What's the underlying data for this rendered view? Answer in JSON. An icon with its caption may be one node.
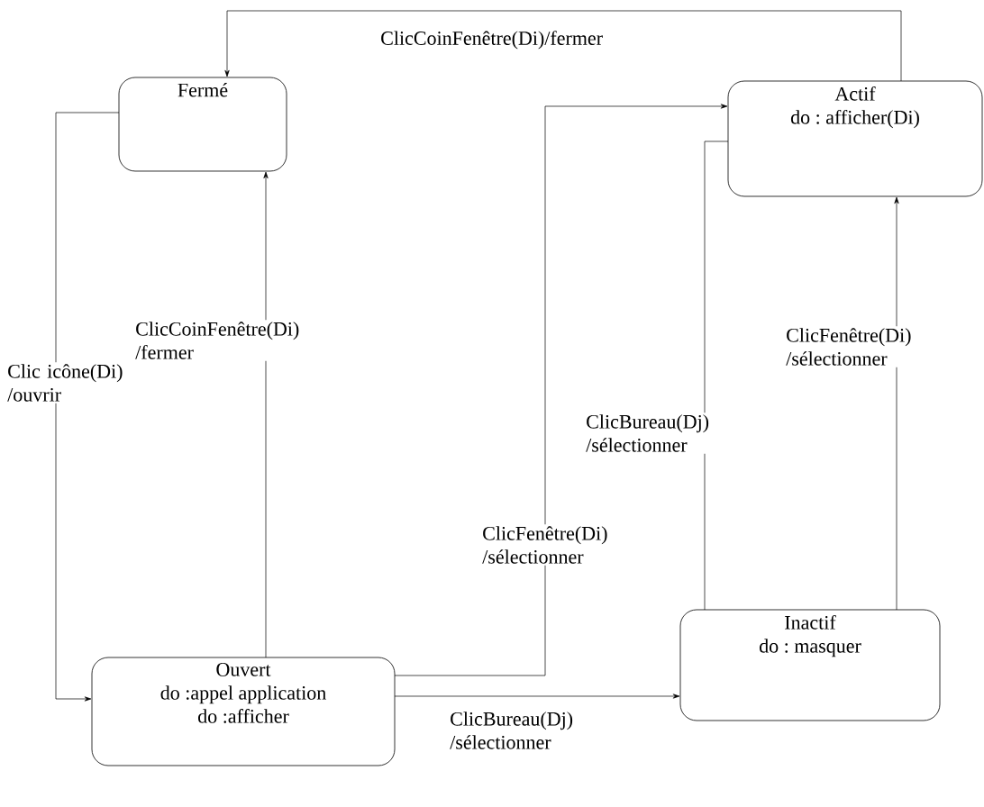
{
  "diagram": {
    "nodes": [
      {
        "text": [
          "Fermé"
        ]
      },
      {
        "text": [
          "Actif",
          "do : afficher(Di)"
        ]
      },
      {
        "text": [
          "Ouvert",
          "do :appel application",
          "do :afficher"
        ]
      },
      {
        "text": [
          "Inactif",
          "do : masquer"
        ]
      }
    ],
    "edges": [
      {
        "from": 1,
        "to": 0,
        "arrow": "to",
        "label": "ClicCoinFenêtre(Di)/fermer"
      },
      {
        "from": 0,
        "to": 2,
        "arrow": "to",
        "label": "Clic icône(Di) /ouvrir"
      },
      {
        "from": 2,
        "to": 0,
        "arrow": "to",
        "label": "ClicCoinFenêtre(Di) /fermer"
      },
      {
        "from": 2,
        "to": 1,
        "arrow": "to",
        "label": "ClicFenêtre(Di) /sélectionner"
      },
      {
        "from": 2,
        "to": 3,
        "arrow": "to",
        "label": "ClicBureau(Dj) /sélectionner"
      },
      {
        "from": 3,
        "to": 1,
        "arrow": "to",
        "label": "ClicFenêtre(Di) /sélectionner"
      },
      {
        "from": 1,
        "to": 3,
        "arrow": "none",
        "label": "ClicBureau(Dj) /sélectionner"
      }
    ]
  }
}
